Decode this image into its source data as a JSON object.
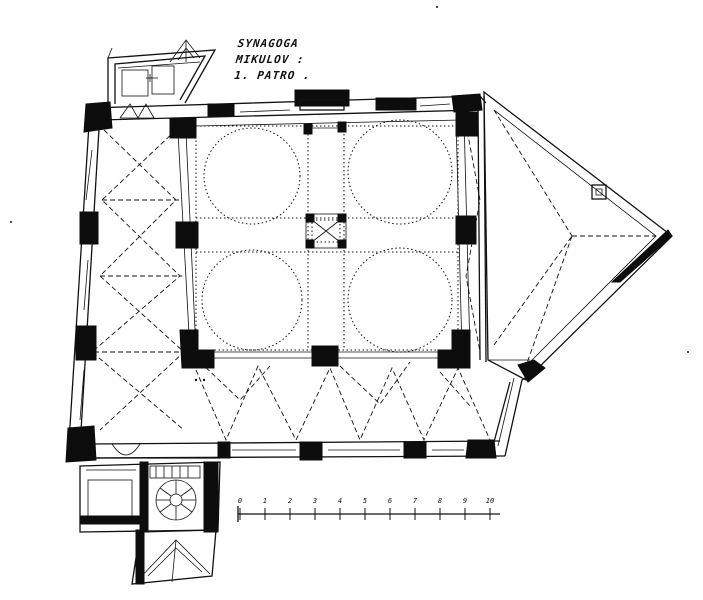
{
  "title": {
    "line1": "SYNAGOGA",
    "line2": "MIKULOV :",
    "line3": "1. PATRO ."
  },
  "scale_bar": {
    "ticks": [
      "0",
      "1",
      "2",
      "3",
      "4",
      "5",
      "6",
      "7",
      "8",
      "9",
      "10"
    ]
  },
  "colors": {
    "ink": "#111111",
    "paper": "#ffffff"
  }
}
